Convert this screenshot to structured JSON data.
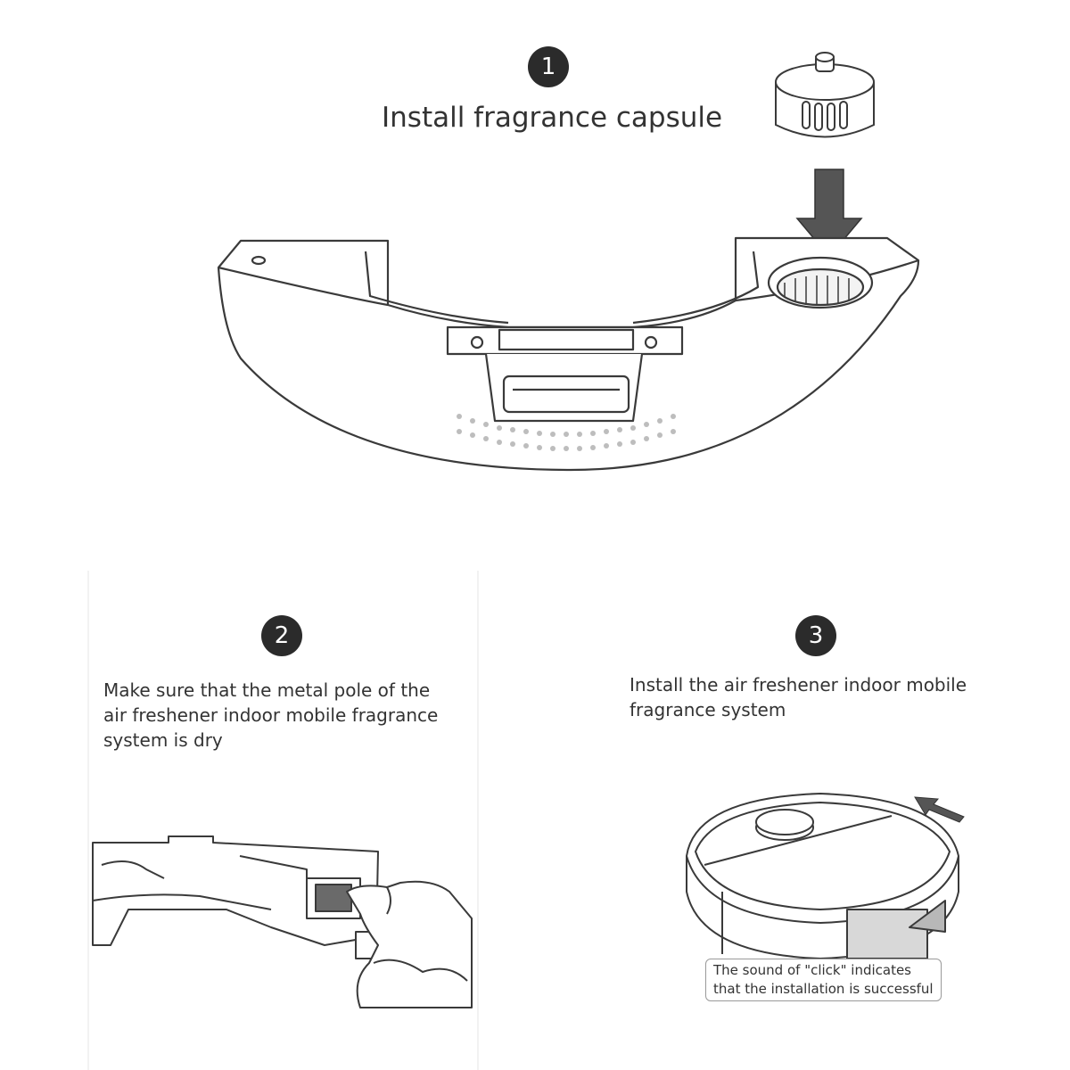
{
  "steps": [
    {
      "number": "1",
      "text": "Install fragrance capsule"
    },
    {
      "number": "2",
      "text": "Make sure that the metal pole of the air freshener indoor mobile fragrance system is dry"
    },
    {
      "number": "3",
      "text": "Install the air freshener indoor mobile fragrance system"
    }
  ],
  "step2_lines": [
    "Make sure that the metal pole of the",
    "air freshener indoor mobile fragrance",
    "system is dry"
  ],
  "step3_lines": [
    "Install the air freshener indoor mobile",
    "fragrance system"
  ],
  "callout_lines": [
    "The sound of \"click\" indicates",
    "that the installation is successful"
  ],
  "colors": {
    "badge": "#2b2b2b",
    "line_art": "#3a3a3a",
    "arrow": "#555555",
    "background": "#ffffff"
  },
  "icons": [
    "fragrance-capsule-icon",
    "down-arrow-icon",
    "robot-vacuum-icon",
    "insert-arrow-icon",
    "hand-icon"
  ]
}
